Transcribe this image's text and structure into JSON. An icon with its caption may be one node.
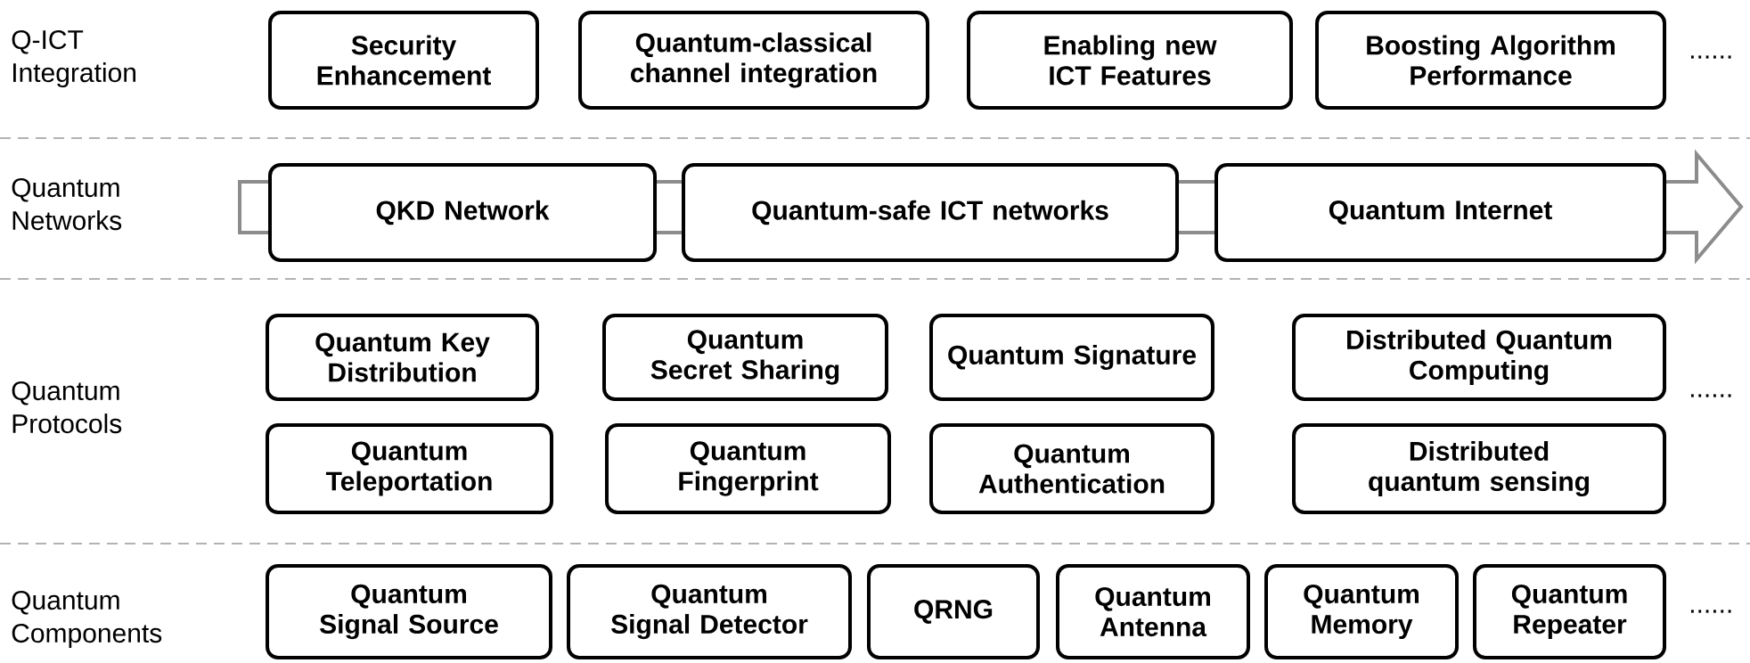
{
  "diagram": {
    "nodes": [
      {
        "text": [
          "Security Enhancement"
        ]
      },
      {
        "text": [
          "Quantum-classical channel integration"
        ]
      },
      {
        "text": [
          "Enabling new ICT Features"
        ]
      },
      {
        "text": [
          "Boosting Algorithm Performance"
        ]
      },
      {
        "text": [
          "QKD Network"
        ]
      },
      {
        "text": [
          "Quantum-safe ICT networks"
        ]
      },
      {
        "text": [
          "Quantum Internet"
        ]
      },
      {
        "text": [
          "Quantum Key Distribution"
        ]
      },
      {
        "text": [
          "Quantum Secret Sharing"
        ]
      },
      {
        "text": [
          "Quantum Signature"
        ]
      },
      {
        "text": [
          "Distributed Quantum Computing"
        ]
      },
      {
        "text": [
          "Quantum Teleportation"
        ]
      },
      {
        "text": [
          "Quantum Fingerprint"
        ]
      },
      {
        "text": [
          "Quantum Authentication"
        ]
      },
      {
        "text": [
          "Distributed quantum sensing"
        ]
      },
      {
        "text": [
          "Quantum Signal Source"
        ]
      },
      {
        "text": [
          "Quantum Signal Detector"
        ]
      },
      {
        "text": [
          "QRNG"
        ]
      },
      {
        "text": [
          "Quantum Antenna"
        ]
      },
      {
        "text": [
          "Quantum Memory"
        ]
      },
      {
        "text": [
          "Quantum Repeater"
        ]
      }
    ],
    "labels": [
      "Q-ICT Integration",
      "......",
      "Quantum Networks",
      "Quantum Protocols",
      "......",
      "Quantum Components",
      "......"
    ]
  }
}
